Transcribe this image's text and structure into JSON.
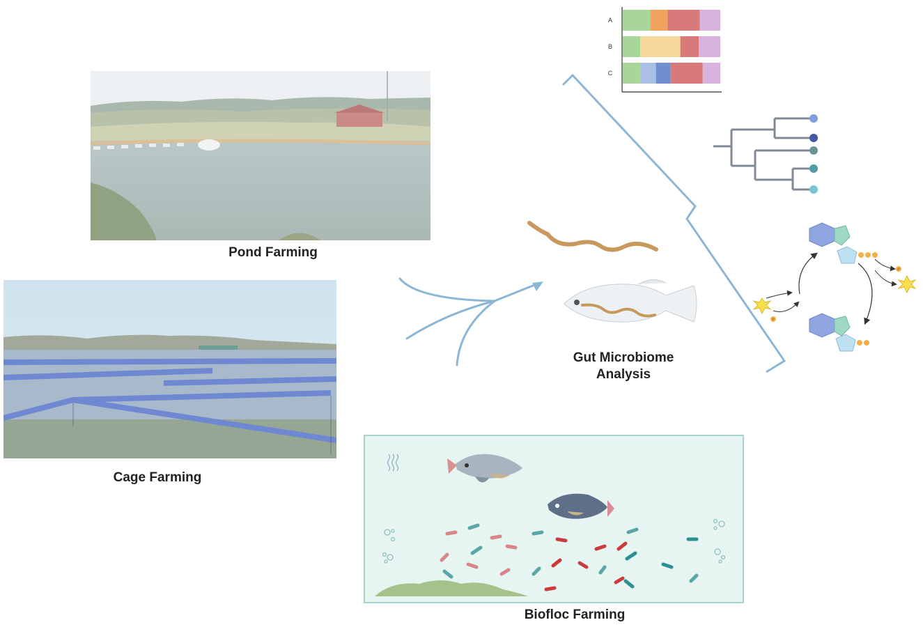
{
  "labels": {
    "pond": "Pond Farming",
    "cage": "Cage Farming",
    "biofloc": "Biofloc Farming",
    "gut_line1": "Gut Microbiome",
    "gut_line2": "Analysis"
  },
  "bar_chart": {
    "rows": [
      {
        "label": "A",
        "segments": [
          {
            "value": 0.28,
            "color": "#a8d59a"
          },
          {
            "value": 0.18,
            "color": "#f0a35c"
          },
          {
            "value": 0.33,
            "color": "#d97a7a"
          },
          {
            "value": 0.21,
            "color": "#d7b3de"
          }
        ]
      },
      {
        "label": "B",
        "segments": [
          {
            "value": 0.18,
            "color": "#a8d59a"
          },
          {
            "value": 0.41,
            "color": "#f5d899"
          },
          {
            "value": 0.19,
            "color": "#d97a7a"
          },
          {
            "value": 0.22,
            "color": "#d7b3de"
          }
        ]
      },
      {
        "label": "C",
        "segments": [
          {
            "value": 0.18,
            "color": "#a8d59a"
          },
          {
            "value": 0.16,
            "color": "#aabfe3"
          },
          {
            "value": 0.15,
            "color": "#6f8fd0"
          },
          {
            "value": 0.33,
            "color": "#d97a7a"
          },
          {
            "value": 0.18,
            "color": "#d7b3de"
          }
        ]
      }
    ]
  },
  "tree_tip_colors": [
    "#7f9fd8",
    "#435a9e",
    "#6d9396",
    "#4f9ba6",
    "#7cc5cc"
  ],
  "phosphate_label": "P",
  "colors": {
    "arrow": "#8cb6d6",
    "bracket": "#8cb6d6",
    "worm": "#c7995d",
    "tank_bg": "#e6f4f2",
    "tank_border": "#a7d2cd"
  }
}
